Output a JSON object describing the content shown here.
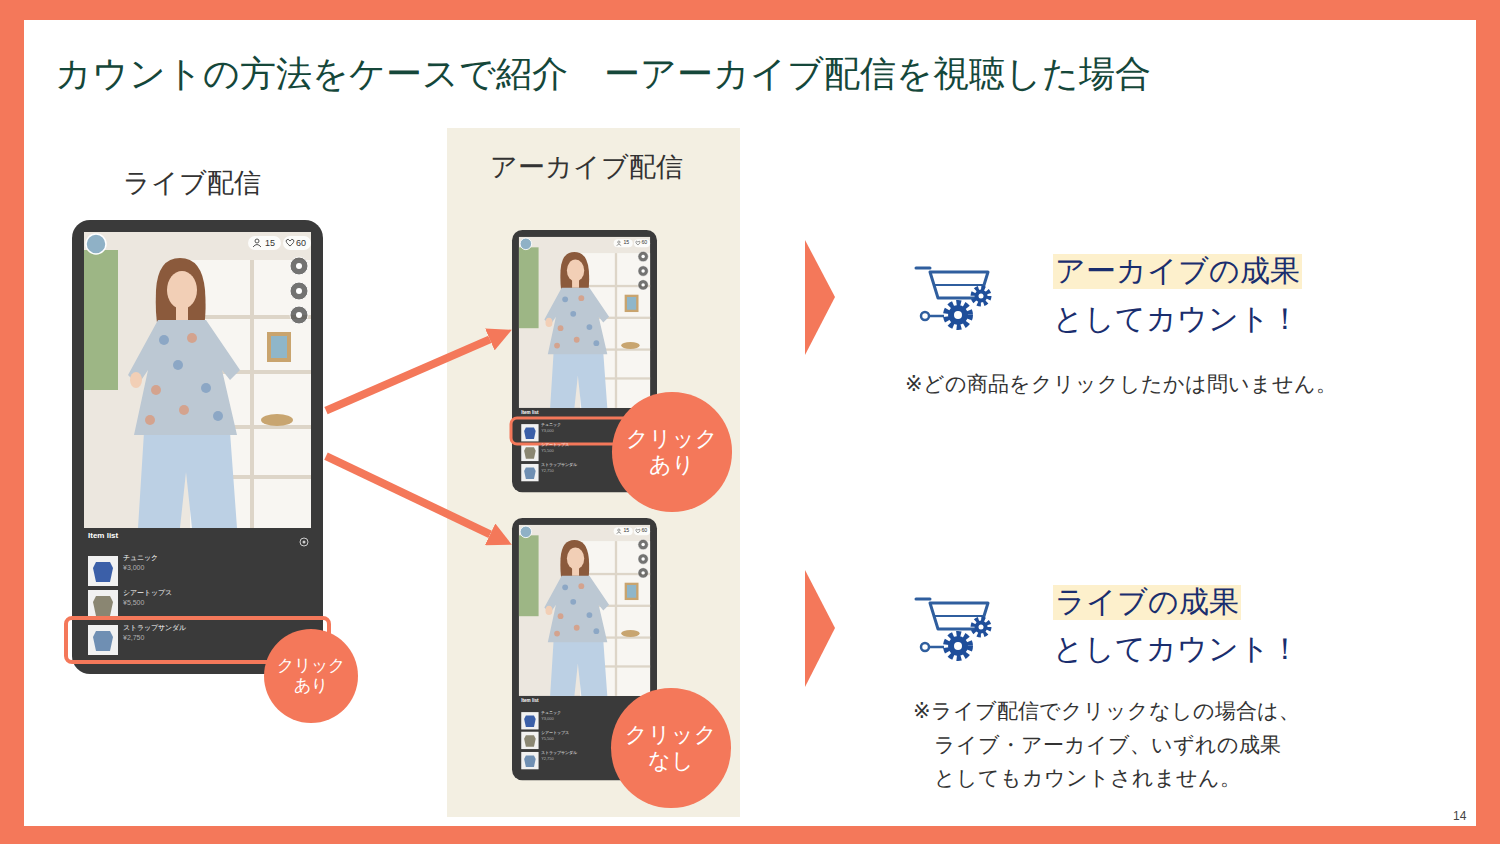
{
  "diagram": {
    "title": "カウントの方法をケースで紹介　ーアーカイブ配信を視聴した場合",
    "nodes": [
      {
        "text": [
          "ライブ配信",
          "15",
          "60",
          "Item list",
          "チュニック",
          "¥3,000",
          "シアートップス",
          "¥5,500",
          "ストラップサンダル",
          "¥2,750"
        ]
      },
      {
        "text": [
          "クリック あり"
        ]
      },
      {
        "text": [
          "アーカイブ配信"
        ]
      },
      {
        "text": [
          "15",
          "60",
          "Item list",
          "チュニック",
          "¥3,000",
          "シアートップス",
          "¥5,500",
          "ストラップサンダル",
          "¥2,750"
        ],
        "in": 2
      },
      {
        "text": [
          "クリック あり"
        ],
        "in": 2
      },
      {
        "text": [
          "15",
          "60",
          "Item list",
          "チュニック",
          "¥3,000",
          "シアートップス",
          "¥5,500",
          "ストラップサンダル",
          "¥2,750"
        ],
        "in": 2
      },
      {
        "text": [
          "クリック なし"
        ],
        "in": 2
      }
    ],
    "edges": [
      {
        "from": 0,
        "to": 3,
        "arrow": "to"
      },
      {
        "from": 0,
        "to": 5,
        "arrow": "to"
      }
    ],
    "labels": [
      "アーカイブの成果",
      "としてカウント！",
      "※どの商品をクリックしたかは問いません。",
      "ライブの成果",
      "としてカウント！",
      "※ライブ配信でクリックなしの場合は、 ライブ・アーカイブ、いずれの成果 としてもカウントされません。",
      "14"
    ]
  }
}
